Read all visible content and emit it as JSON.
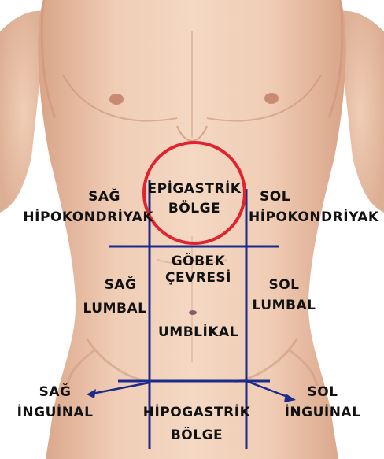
{
  "colors": {
    "skin_light": "#f2d4bd",
    "skin_mid": "#e2b49a",
    "skin_shadow": "#c99277",
    "line": "#1c2a8c",
    "highlight_circle": "#e0232e",
    "text": "#111111"
  },
  "regions": {
    "epigastric": {
      "line1": "EPİGASTRİK",
      "line2": "BÖLGE"
    },
    "right_hypochondriac": {
      "line1": "SAĞ",
      "line2": "HİPOKONDRİYAK"
    },
    "left_hypochondriac": {
      "line1": "SOL",
      "line2": "HİPOKONDRİYAK"
    },
    "umbilical": {
      "line1": "GÖBEK",
      "line2": "ÇEVRESİ",
      "line3": "UMBLİKAL"
    },
    "right_lumbar": {
      "line1": "SAĞ",
      "line2": "LUMBAL"
    },
    "left_lumbar": {
      "line1": "SOL",
      "line2": "LUMBAL"
    },
    "right_inguinal": {
      "line1": "SAĞ",
      "line2": "İNGUİNAL"
    },
    "left_inguinal": {
      "line1": "SOL",
      "line2": "İNGUİNAL"
    },
    "hypogastric": {
      "line1": "HİPOGASTRİK",
      "line2": "BÖLGE"
    }
  },
  "highlighted_region": "epigastric"
}
